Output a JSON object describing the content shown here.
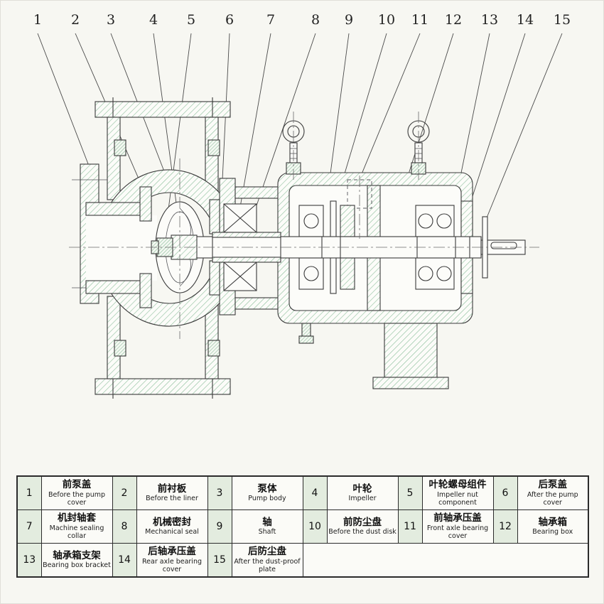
{
  "colors": {
    "hatch_green": "#8cbf9b",
    "line": "#3a3a3a",
    "table_number_bg": "#e3ecdf",
    "paper": "#f7f7f2"
  },
  "callouts": [
    "1",
    "2",
    "3",
    "4",
    "5",
    "6",
    "7",
    "8",
    "9",
    "10",
    "11",
    "12",
    "13",
    "14",
    "15"
  ],
  "parts": [
    {
      "num": "1",
      "zh": "前泵盖",
      "en": "Before the pump cover"
    },
    {
      "num": "2",
      "zh": "前衬板",
      "en": "Before the liner"
    },
    {
      "num": "3",
      "zh": "泵体",
      "en": "Pump body"
    },
    {
      "num": "4",
      "zh": "叶轮",
      "en": "Impeller"
    },
    {
      "num": "5",
      "zh": "叶轮螺母组件",
      "en": "Impeller nut component"
    },
    {
      "num": "6",
      "zh": "后泵盖",
      "en": "After the pump cover"
    },
    {
      "num": "7",
      "zh": "机封轴套",
      "en": "Machine sealing collar"
    },
    {
      "num": "8",
      "zh": "机械密封",
      "en": "Mechanical seal"
    },
    {
      "num": "9",
      "zh": "轴",
      "en": "Shaft"
    },
    {
      "num": "10",
      "zh": "前防尘盘",
      "en": "Before the dust disk"
    },
    {
      "num": "11",
      "zh": "前轴承压盖",
      "en": "Front axle bearing cover"
    },
    {
      "num": "12",
      "zh": "轴承箱",
      "en": "Bearing box"
    },
    {
      "num": "13",
      "zh": "轴承箱支架",
      "en": "Bearing box bracket"
    },
    {
      "num": "14",
      "zh": "后轴承压盖",
      "en": "Rear axle bearing cover"
    },
    {
      "num": "15",
      "zh": "后防尘盘",
      "en": "After the dust-proof plate"
    }
  ]
}
